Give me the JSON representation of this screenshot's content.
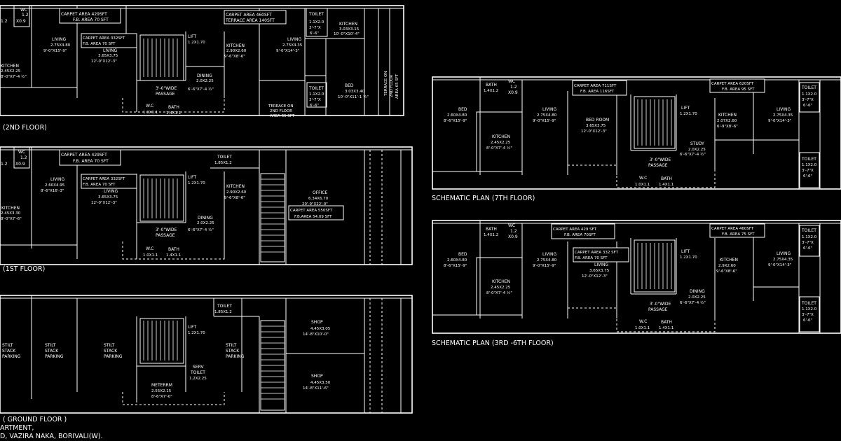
{
  "colors": {
    "background": "#000000",
    "line": "#ffffff"
  },
  "plans": {
    "second": {
      "title": "(2ND  FLOOR)",
      "wc_top": "WC",
      "wc_size_1": "1.2",
      "wc_size_2": "X0.9",
      "wc_left_val": "1.2",
      "carpet_a": "CARPET AREA 429SFT",
      "fb_a": "F.B. AREA 70 SFT",
      "carpet_b": "CARPET AREA 460SFT",
      "terrace_b": "TERRACE AREA 140SFT",
      "carpet_c": "CARPET AREA 332SFT",
      "fb_c": "F.B. AREA 70 SFT",
      "toilet": "TOILET",
      "toilet_size_1": "1.1X2.0",
      "toilet_size_2": "3'-7\"X",
      "toilet_size_3": "6'-6\"",
      "kitchen_r": "KITCHEN",
      "kitchen_r_size_1": "3.03X3.15",
      "kitchen_r_size_2": "10'-0\"X10'-4\"",
      "living_l": "LIVING",
      "living_l_size_1": "2.75X4.80",
      "living_l_size_2": "9'-0\"X15'-9\"",
      "living_c": "LIVING",
      "living_c_size_1": "3.65X3.75",
      "living_c_size_2": "12'-0\"X12'-3\"",
      "lift": "LIFT",
      "lift_size": "1.2X1.70",
      "kitchen_c": "KITCHEN",
      "kitchen_c_size_1": "2.90X2.60",
      "kitchen_c_size_2": "9'-6\"X8'-6\"",
      "living_r": "LIVING",
      "living_r_size_1": "2.75X4.35",
      "living_r_size_2": "9'-0\"X14'-3\"",
      "terrace_side_1": "TERRACE ON",
      "terrace_side_2": "2ND FLOOR",
      "terrace_side_3": "AREA 65 SFT",
      "kitchen_l": "KITCHEN",
      "kitchen_l_size_1": "2.45X2.25",
      "kitchen_l_size_2": "8'-0\"X7'-4 ½\"",
      "dining": "DINING",
      "dining_size_1": "2.0X2.25",
      "dining_size_2": "6'-6\"X7'-4 ½\"",
      "toilet2": "TOILET",
      "toilet2_size_1": "1.1X2.0",
      "toilet2_size_2": "3'-7\"X",
      "toilet2_size_3": "6'-6\"",
      "bed": "BED",
      "bed_size_1": "3.03X3.40",
      "bed_size_2": "10'-0\"X11'-1 ½\"",
      "passage_1": "3'-0\"WIDE",
      "passage_2": "PASSAGE",
      "terrace_bot_1": "TERRACE ON",
      "terrace_bot_2": "2ND FLOOR",
      "terrace_bot_3": "AREA 65 SFT",
      "wc_bot": "W.C",
      "wc_bot_size": "1.0X1.1",
      "bath": "BATH",
      "bath_size": "1.4X1.1"
    },
    "first": {
      "title": "(1ST FLOOR)",
      "wc_top": "WC",
      "wc_size_1": "1.2",
      "wc_size_2": "X0.9",
      "wc_left_val": "1.2",
      "carpet_a": "CARPET AREA 429SFT",
      "fb_a": "F.B. AREA 70 SFT",
      "toilet": "TOILET",
      "toilet_size": "1.85X1.2",
      "carpet_c": "CARPET AREA 332SFT",
      "fb_c": "F.B. AREA 70 SFT",
      "living_l": "LIVING",
      "living_l_size_1": "2.60X4.95",
      "living_l_size_2": "8'-6\"X16'-3\"",
      "lift": "LIFT",
      "lift_size": "1.2X1.70",
      "kitchen_c": "KITCHEN",
      "kitchen_c_size_1": "2.90X2.60",
      "kitchen_c_size_2": "9'-6\"X8'-6\"",
      "living_c": "LIVING",
      "living_c_size_1": "3.65X3.75",
      "living_c_size_2": "12'-0\"X12'-3\"",
      "office": "OFFICE",
      "office_size_1": "6.34X6.70",
      "office_size_2": "20'-9\"X22'-0\"",
      "carpet_office": "CARPET AREA 550SFT",
      "fb_office": "F.B.AREA 54.09 SFT",
      "kitchen_l": "KITCHEN",
      "kitchen_l_size_1": "2.45X3.30",
      "kitchen_l_size_2": "8'-0\"X7'-6\"",
      "dining": "DINING",
      "dining_size_1": "2.0X2.25",
      "dining_size_2": "6'-6\"X7'-4 ½\"",
      "passage_1": "3'-0\"WIDE",
      "passage_2": "PASSAGE",
      "wc_bot": "W.C",
      "wc_bot_size": "1.0X1.1",
      "bath": "BATH",
      "bath_size": "1.4X1.1"
    },
    "ground": {
      "title": "( GROUND FLOOR )",
      "toilet": "TOILET",
      "toilet_size": "1.85X1.2",
      "shop1": "SHOP",
      "shop1_size_1": "4.45X3.05",
      "shop1_size_2": "14'-8\"X10'-0\"",
      "lift": "LIFT",
      "lift_size": "1.2X1.70",
      "stilt_1a": "STILT",
      "stilt_1b": "STACK",
      "stilt_1c": "PARKING",
      "stilt_2a": "STILT",
      "stilt_2b": "STACK",
      "stilt_2c": "PARKING",
      "stilt_3a": "STILT",
      "stilt_3b": "STACK",
      "stilt_3c": "PARKING",
      "stilt_4a": "STILT",
      "stilt_4b": "STACK",
      "stilt_4c": "PARKING",
      "serv_1": "SERV",
      "serv_2": "TOILET",
      "serv_3": "1.2X2.25",
      "shop2": "SHOP",
      "shop2_size_1": "4.45X3.50",
      "shop2_size_2": "14'-8\"X11'-6\"",
      "meter_1": "METERRM",
      "meter_2": "2.55X2.15",
      "meter_3": "8'-6\"X7'-0\""
    },
    "seventh": {
      "title": "SCHEMATIC PLAN (7TH FLOOR)",
      "bath": "BATH",
      "bath_size": "1.4X1.2",
      "wc": "WC",
      "wc_size_1": "1.2",
      "wc_size_2": "X0.9",
      "carpet_a": "CARPET AREA 711SFT",
      "fb_a": "F.B. AREA 116SFT",
      "carpet_b": "CARPET AREA 620SFT",
      "fb_b": "F.B. AREA 95 SFT",
      "toilet_r": "TOILET",
      "toilet_r_size_1": "1.1X2.0",
      "toilet_r_size_2": "3'-7\"X",
      "toilet_r_size_3": "6'-6\"",
      "bed_l": "BED",
      "bed_l_size_1": "2.60X4.80",
      "bed_l_size_2": "8'-6\"X15'-9\"",
      "living_l": "LIVING",
      "living_l_size_1": "2.75X4.80",
      "living_l_size_2": "9'-0\"X15'-9\"",
      "lift": "LIFT",
      "lift_size": "1.2X1.70",
      "kitchen_r": "KITCHEN",
      "kitchen_r_size_1": "2.07X2.60",
      "kitchen_r_size_2": "6'-9\"X8'-6\"",
      "living_r": "LIVING",
      "living_r_size_1": "2.75X4.35",
      "living_r_size_2": "9'-0\"X14'-3\"",
      "bedroom": "BED ROOM",
      "bedroom_size_1": "3.65X3.75",
      "bedroom_size_2": "12'-0\"X12'-3\"",
      "kitchen_l": "KITCHEN",
      "kitchen_l_size_1": "2.45X2.25",
      "kitchen_l_size_2": "8'-0\"X7'-4 ½\"",
      "study": "STUDY",
      "study_size_1": "2.0X2.25",
      "study_size_2": "6'-6\"X7'-4 ½\"",
      "toilet_r2": "TOILET",
      "toilet_r2_size_1": "1.1X2.0",
      "toilet_r2_size_2": "3'-7\"X",
      "toilet_r2_size_3": "6'-6\"",
      "passage_1": "3'-0\"WIDE",
      "passage_2": "PASSAGE",
      "wc_bot": "W.C",
      "wc_bot_size": "1.0X1.1",
      "bath_bot": "BATH",
      "bath_bot_size": "1.4X1.1"
    },
    "third_sixth": {
      "title": "SCHEMATIC PLAN (3RD -6TH FLOOR)",
      "bath": "BATH",
      "bath_size": "1.4X1.2",
      "wc": "WC",
      "wc_size_1": "1.2",
      "wc_size_2": "X0.9",
      "carpet_a": "CARPET AREA 429 SFT",
      "fb_a": "F.B. AREA 70SFT",
      "carpet_b": "CARPET AREA 460SFT",
      "fb_b": "F.B. AREA 75 SFT",
      "toilet_r": "TOILET",
      "toilet_r_size_1": "1.1X2.0",
      "toilet_r_size_2": "3'-7\"X",
      "toilet_r_size_3": "6'-6\"",
      "carpet_c": "CARPET AREA 332 SFT",
      "fb_c": "F.B. AREA 70 SFT",
      "bed_l": "BED",
      "bed_l_size_1": "2.60X4.80",
      "bed_l_size_2": "8'-6\"X15'-9\"",
      "living_l": "LIVING",
      "living_l_size_1": "2.75X4.80",
      "living_l_size_2": "9'-0\"X15'-9\"",
      "living_c": "LIVING",
      "living_c_size_1": "3.65X3.75",
      "living_c_size_2": "12'-0\"X12'-3\"",
      "lift": "LIFT",
      "lift_size": "1.2X1.70",
      "kitchen_r": "KITCHEN",
      "kitchen_r_size_1": "2.9X2.60",
      "kitchen_r_size_2": "9'-6\"X8'-6\"",
      "living_r": "LIVING",
      "living_r_size_1": "2.75X4.35",
      "living_r_size_2": "9'-0\"X14'-3\"",
      "kitchen_l": "KITCHEN",
      "kitchen_l_size_1": "2.45X2.25",
      "kitchen_l_size_2": "8'-0\"X7'-4 ½\"",
      "dining": "DINING",
      "dining_size_1": "2.0X2.25",
      "dining_size_2": "6'-6\"X7'-4 ½\"",
      "toilet_r2": "TOILET",
      "toilet_r2_size_1": "1.1X2.0",
      "toilet_r2_size_2": "3'-7\"X",
      "toilet_r2_size_3": "6'-6\"",
      "passage_1": "3'-0\"WIDE",
      "passage_2": "PASSAGE",
      "wc_bot": "W.C",
      "wc_bot_size": "1.0X1.1",
      "bath_bot": "BATH",
      "bath_bot_size": "1.4X1.1"
    }
  },
  "project": {
    "line1": "ARTMENT,",
    "line2": "D, VAZIRA NAKA, BORIVALI(W)."
  }
}
